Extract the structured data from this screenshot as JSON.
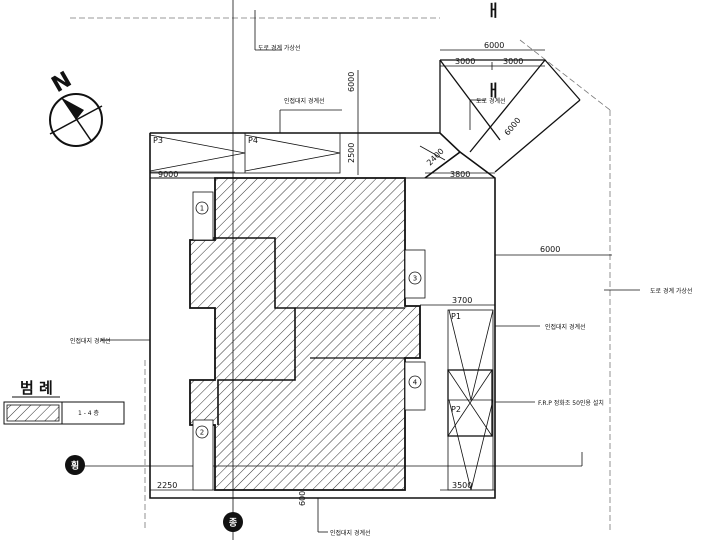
{
  "north": {
    "label": "N"
  },
  "labels": {
    "road_top": "도로 경계 가상선",
    "neighbor_top": "인접대지 경계선",
    "road_mid": "도로 경계선",
    "road_right": "도로 경계 가상선",
    "neighbor_right": "인접대지 경계선",
    "neighbor_left": "인접대지 경계선",
    "neighbor_bottom": "인접대지 경계선",
    "frp_note": "F.R.P 정화조 50인용 설치"
  },
  "dims": {
    "d6000_top": "6000",
    "d3000_left": "3000",
    "d3000_right": "3000",
    "d6000_vertical": "6000",
    "d2500": "2500",
    "d2400": "2400",
    "d6000_diag": "6000",
    "d9000": "9000",
    "d3800": "3800",
    "d6000_right": "6000",
    "d3700": "3700",
    "d3500": "3500",
    "d2250": "2250",
    "d600": "600"
  },
  "parking": {
    "p1": "P1",
    "p2": "P2",
    "p3": "P3",
    "p4": "P4"
  },
  "markers": {
    "m1": "1",
    "m2": "2",
    "m3": "3",
    "m4": "4"
  },
  "sections": {
    "left": "횡",
    "bottom": "종"
  },
  "road_symbols": {
    "top": "ㅐ",
    "mid": "ㅐ"
  },
  "legend": {
    "title": "범 례",
    "entry": "1 - 4 층"
  }
}
